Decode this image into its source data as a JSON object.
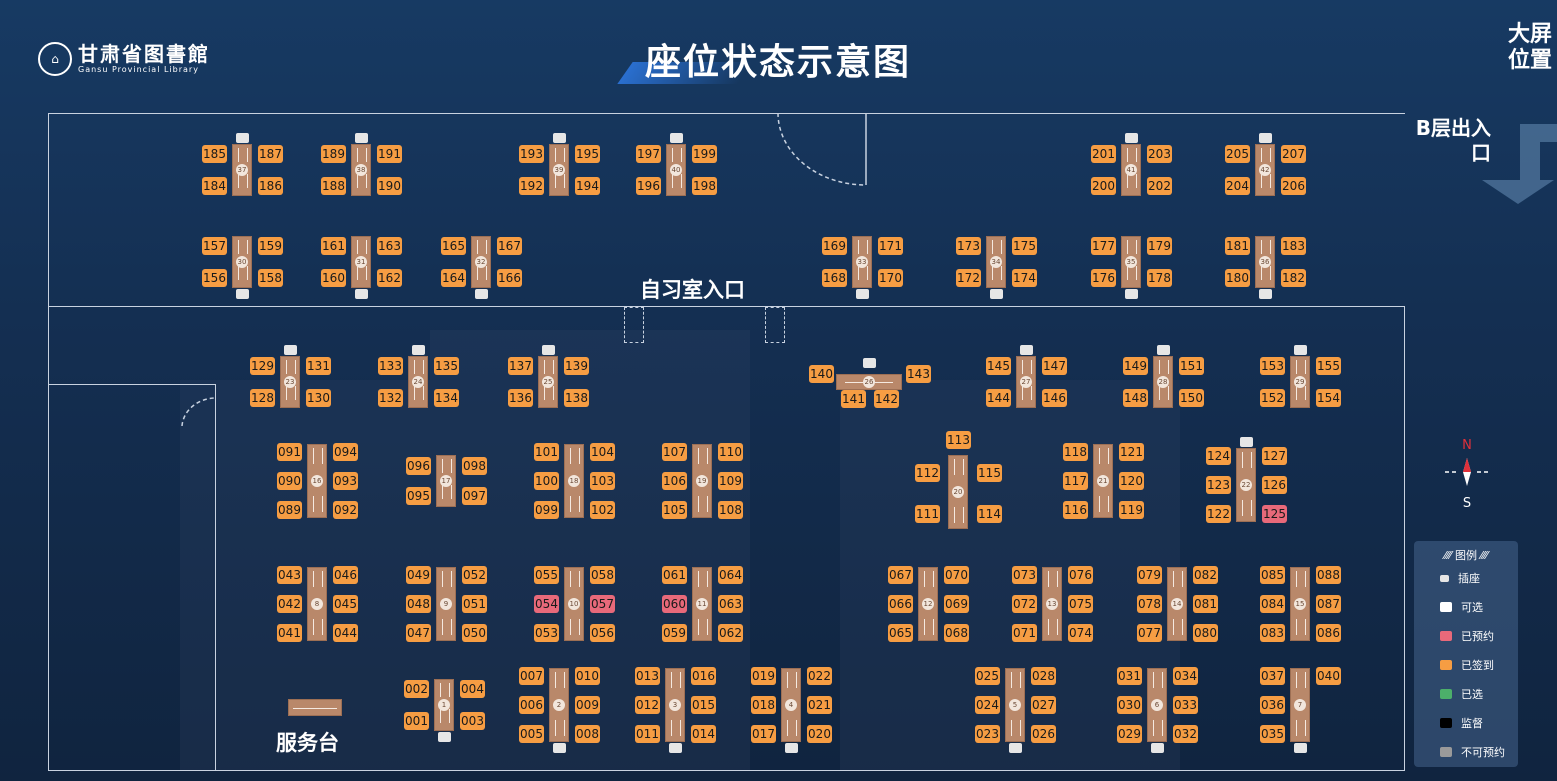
{
  "header": {
    "logo_cn": "甘肃省图書館",
    "logo_en": "Gansu Provincial Library",
    "title": "座位状态示意图",
    "corner_text": "大屏位置"
  },
  "labels": {
    "exit": "B层出入口",
    "entrance": "自习室入口",
    "service": "服务台"
  },
  "compass": {
    "north": "N",
    "south": "S"
  },
  "legend": {
    "title": "图例",
    "items": [
      {
        "label": "插座",
        "color": "#e6e6e6"
      },
      {
        "label": "可选",
        "color": "#ffffff"
      },
      {
        "label": "已预约",
        "color": "#e8697a"
      },
      {
        "label": "已签到",
        "color": "#f69d43"
      },
      {
        "label": "已选",
        "color": "#4caf6a"
      },
      {
        "label": "监督",
        "color": "#000000"
      },
      {
        "label": "不可预约",
        "color": "#9a9a9a"
      }
    ]
  },
  "status_colors": {
    "signed_in": "#f69d43",
    "reserved": "#e8697a"
  },
  "tables": [
    {
      "id": "37",
      "left": [
        "185",
        "184"
      ],
      "right": [
        "187",
        "186"
      ]
    },
    {
      "id": "38",
      "left": [
        "189",
        "188"
      ],
      "right": [
        "191",
        "190"
      ]
    },
    {
      "id": "39",
      "left": [
        "193",
        "192"
      ],
      "right": [
        "195",
        "194"
      ]
    },
    {
      "id": "40",
      "left": [
        "197",
        "196"
      ],
      "right": [
        "199",
        "198"
      ]
    },
    {
      "id": "41",
      "left": [
        "201",
        "200"
      ],
      "right": [
        "203",
        "202"
      ]
    },
    {
      "id": "42",
      "left": [
        "205",
        "204"
      ],
      "right": [
        "207",
        "206"
      ]
    },
    {
      "id": "30",
      "left": [
        "157",
        "156"
      ],
      "right": [
        "159",
        "158"
      ]
    },
    {
      "id": "31",
      "left": [
        "161",
        "160"
      ],
      "right": [
        "163",
        "162"
      ]
    },
    {
      "id": "32",
      "left": [
        "165",
        "164"
      ],
      "right": [
        "167",
        "166"
      ]
    },
    {
      "id": "33",
      "left": [
        "169",
        "168"
      ],
      "right": [
        "171",
        "170"
      ]
    },
    {
      "id": "34",
      "left": [
        "173",
        "172"
      ],
      "right": [
        "175",
        "174"
      ]
    },
    {
      "id": "35",
      "left": [
        "177",
        "176"
      ],
      "right": [
        "179",
        "178"
      ]
    },
    {
      "id": "36",
      "left": [
        "181",
        "180"
      ],
      "right": [
        "183",
        "182"
      ]
    },
    {
      "id": "23",
      "left": [
        "129",
        "128"
      ],
      "right": [
        "131",
        "130"
      ]
    },
    {
      "id": "24",
      "left": [
        "133",
        "132"
      ],
      "right": [
        "135",
        "134"
      ]
    },
    {
      "id": "25",
      "left": [
        "137",
        "136"
      ],
      "right": [
        "139",
        "138"
      ]
    },
    {
      "id": "26",
      "left": [
        "140",
        "141"
      ],
      "right": [
        "143",
        "142"
      ]
    },
    {
      "id": "27",
      "left": [
        "145",
        "144"
      ],
      "right": [
        "147",
        "146"
      ]
    },
    {
      "id": "28",
      "left": [
        "149",
        "148"
      ],
      "right": [
        "151",
        "150"
      ]
    },
    {
      "id": "29",
      "left": [
        "153",
        "152"
      ],
      "right": [
        "155",
        "154"
      ]
    },
    {
      "id": "16",
      "left": [
        "091",
        "090",
        "089"
      ],
      "right": [
        "094",
        "093",
        "092"
      ]
    },
    {
      "id": "17",
      "left": [
        "096",
        "095"
      ],
      "right": [
        "098",
        "097"
      ]
    },
    {
      "id": "18",
      "left": [
        "101",
        "100",
        "099"
      ],
      "right": [
        "104",
        "103",
        "102"
      ]
    },
    {
      "id": "19",
      "left": [
        "107",
        "106",
        "105"
      ],
      "right": [
        "110",
        "109",
        "108"
      ]
    },
    {
      "id": "20",
      "left": [
        "113",
        "112",
        "111"
      ],
      "right": [
        "115",
        "114"
      ]
    },
    {
      "id": "21",
      "left": [
        "118",
        "117",
        "116"
      ],
      "right": [
        "121",
        "120",
        "119"
      ]
    },
    {
      "id": "22",
      "left": [
        "124",
        "123",
        "122"
      ],
      "right": [
        "127",
        "126",
        "125"
      ],
      "reserved": [
        "125"
      ]
    },
    {
      "id": "8",
      "left": [
        "043",
        "042",
        "041"
      ],
      "right": [
        "046",
        "045",
        "044"
      ]
    },
    {
      "id": "9",
      "left": [
        "049",
        "048",
        "047"
      ],
      "right": [
        "052",
        "051",
        "050"
      ]
    },
    {
      "id": "10",
      "left": [
        "055",
        "054",
        "053"
      ],
      "right": [
        "058",
        "057",
        "056"
      ],
      "reserved": [
        "054",
        "057"
      ]
    },
    {
      "id": "11",
      "left": [
        "061",
        "060",
        "059"
      ],
      "right": [
        "064",
        "063",
        "062"
      ],
      "reserved": [
        "060"
      ]
    },
    {
      "id": "12",
      "left": [
        "067",
        "066",
        "065"
      ],
      "right": [
        "070",
        "069",
        "068"
      ]
    },
    {
      "id": "13",
      "left": [
        "073",
        "072",
        "071"
      ],
      "right": [
        "076",
        "075",
        "074"
      ]
    },
    {
      "id": "14",
      "left": [
        "079",
        "078",
        "077"
      ],
      "right": [
        "082",
        "081",
        "080"
      ]
    },
    {
      "id": "15",
      "left": [
        "085",
        "084",
        "083"
      ],
      "right": [
        "088",
        "087",
        "086"
      ]
    },
    {
      "id": "1",
      "left": [
        "002",
        "001"
      ],
      "right": [
        "004",
        "003"
      ]
    },
    {
      "id": "2",
      "left": [
        "007",
        "006",
        "005"
      ],
      "right": [
        "010",
        "009",
        "008"
      ]
    },
    {
      "id": "3",
      "left": [
        "013",
        "012",
        "011"
      ],
      "right": [
        "016",
        "015",
        "014"
      ]
    },
    {
      "id": "4",
      "left": [
        "019",
        "018",
        "017"
      ],
      "right": [
        "022",
        "021",
        "020"
      ]
    },
    {
      "id": "5",
      "left": [
        "025",
        "024",
        "023"
      ],
      "right": [
        "028",
        "027",
        "026"
      ]
    },
    {
      "id": "6",
      "left": [
        "031",
        "030",
        "029"
      ],
      "right": [
        "034",
        "033",
        "032"
      ]
    },
    {
      "id": "7",
      "left": [
        "037",
        "036",
        "035"
      ],
      "right": [
        "040"
      ]
    }
  ]
}
